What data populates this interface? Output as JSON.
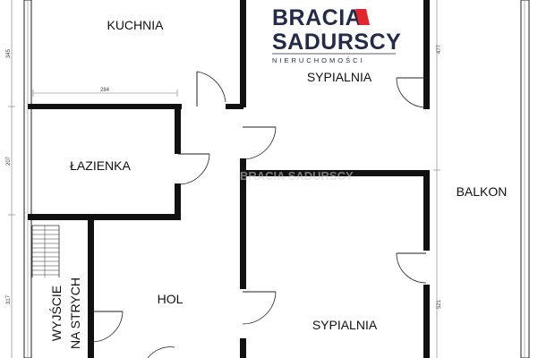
{
  "logo": {
    "line1": "BRACIA",
    "line2": "SADURSCY",
    "tagline": "NIERUCHOMOŚCI",
    "accent_color": "#e3262b",
    "text_color": "#232a4a"
  },
  "watermark": "BRACIA SADURSCY",
  "rooms": {
    "kitchen": "KUCHNIA",
    "bedroom_top": "SYPIALNIA",
    "bathroom": "ŁAZIENKA",
    "balcony": "BALKON",
    "hall": "HOL",
    "bedroom_bottom": "SYPIALNIA",
    "attic_exit_line1": "WYJŚCIE",
    "attic_exit_line2": "NA STRYCH"
  },
  "dimensions": {
    "kitchen_height": "345",
    "kitchen_width": "284",
    "bathroom_height": "207",
    "stair_height": "317",
    "bedroom_top_depth": "477",
    "bedroom_bottom_depth": "521"
  }
}
